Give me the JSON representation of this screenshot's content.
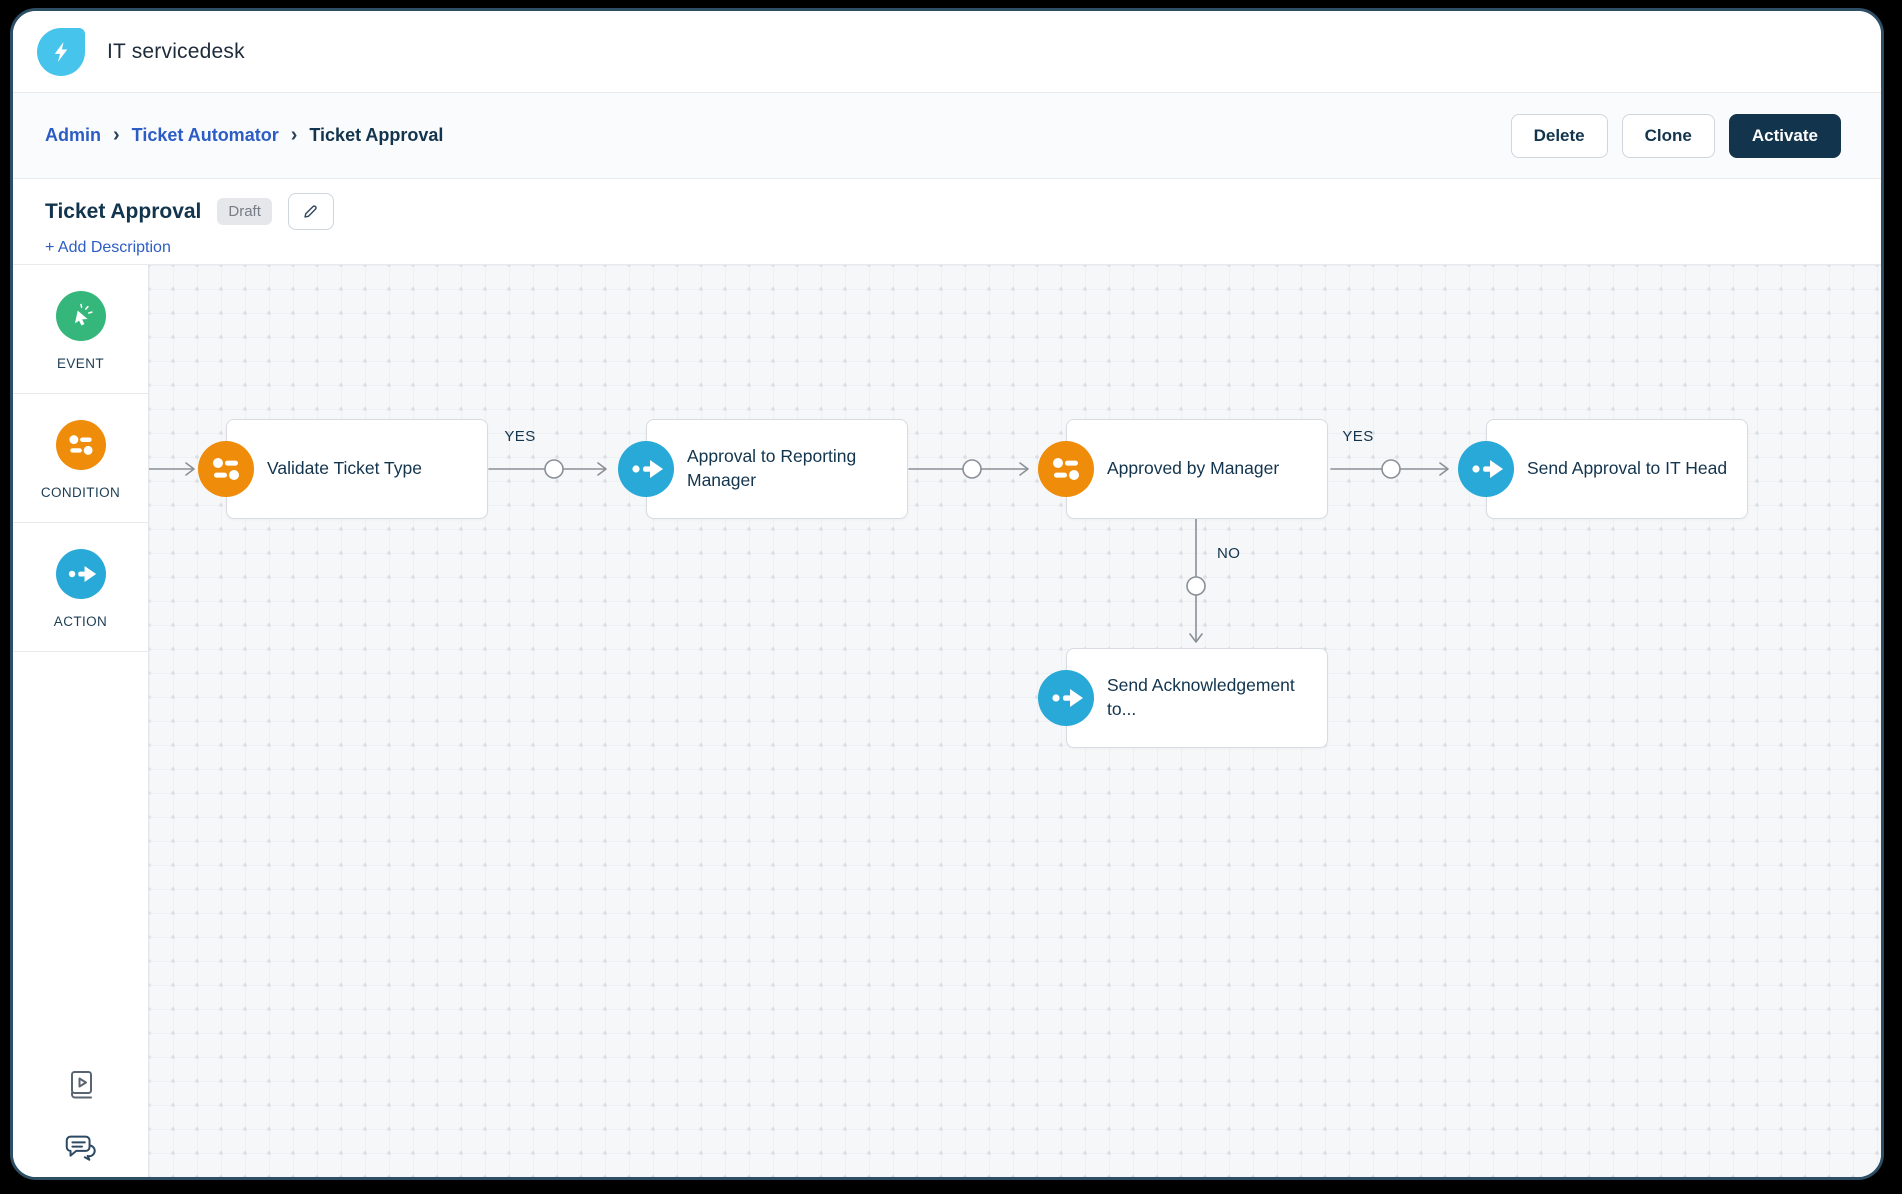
{
  "app": {
    "title": "IT servicedesk",
    "logo_icon": "lightning-bolt"
  },
  "breadcrumb": {
    "items": [
      {
        "label": "Admin"
      },
      {
        "label": "Ticket Automator"
      }
    ],
    "current": "Ticket Approval",
    "separator": "›"
  },
  "actions": {
    "delete": "Delete",
    "clone": "Clone",
    "activate": "Activate"
  },
  "workflow": {
    "title": "Ticket Approval",
    "status": "Draft",
    "add_description": "+ Add Description"
  },
  "palette": {
    "items": [
      {
        "id": "event",
        "label": "EVENT",
        "icon": "cursor-click-icon",
        "color": "#35B77C"
      },
      {
        "id": "condition",
        "label": "CONDITION",
        "icon": "sliders-icon",
        "color": "#EF8C0A"
      },
      {
        "id": "action",
        "label": "ACTION",
        "icon": "send-arrow-icon",
        "color": "#29A9D8"
      }
    ]
  },
  "canvas": {
    "nodes": [
      {
        "id": "n1",
        "type": "condition",
        "title": "Validate Ticket Type"
      },
      {
        "id": "n2",
        "type": "action",
        "title": "Approval to Reporting Manager"
      },
      {
        "id": "n3",
        "type": "condition",
        "title": "Approved by Manager"
      },
      {
        "id": "n4",
        "type": "action",
        "title": "Send Approval to IT Head"
      },
      {
        "id": "n5",
        "type": "action",
        "title": "Send Acknowledgement to..."
      }
    ],
    "edge_labels": {
      "yes1": "YES",
      "yes2": "YES",
      "no1": "NO"
    }
  },
  "colors": {
    "navy": "#12344d",
    "link_blue": "#2c5cc5",
    "condition_orange": "#EF8C0A",
    "action_blue": "#29A9D8",
    "event_green": "#35B77C",
    "connector_gray": "#8a9097",
    "canvas_bg": "#f6f7f9",
    "activate_bg": "#12344d",
    "logo_cyan": "#47C4EC"
  }
}
